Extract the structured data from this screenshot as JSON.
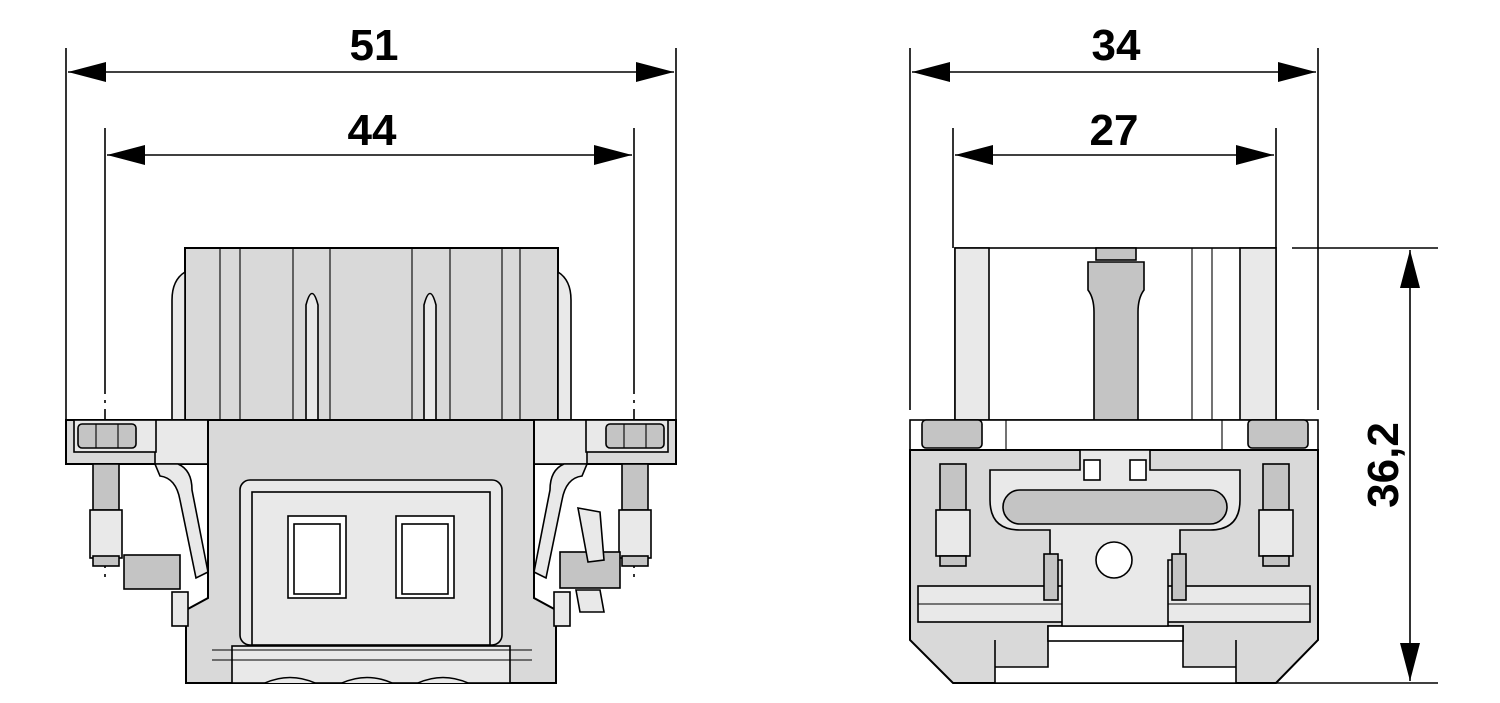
{
  "dimensions": {
    "front_overall_width": "51",
    "front_inner_width": "44",
    "side_overall_width": "34",
    "side_inner_width": "27",
    "height": "36,2"
  },
  "colors": {
    "part_fill": "#d9d9d9",
    "outline": "#000000"
  }
}
